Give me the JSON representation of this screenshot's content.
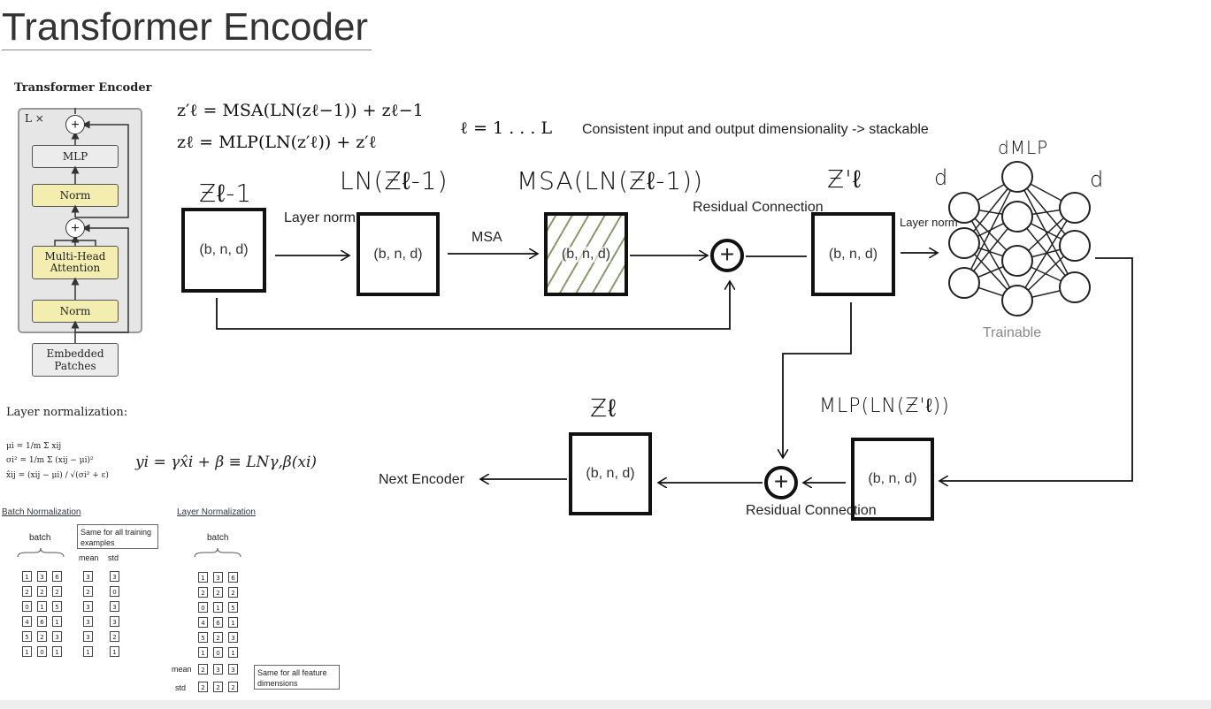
{
  "title": "Transformer Encoder",
  "thumbnail": {
    "title": "Transformer Encoder",
    "repeat": "L ×",
    "blocks": [
      "MLP",
      "Norm",
      "Multi-Head Attention",
      "Norm",
      "Embedded Patches"
    ],
    "plus": "+"
  },
  "equations": {
    "eq1": "z′ℓ = MSA(LN(zℓ−1)) + zℓ−1",
    "eq2": "zℓ = MLP(LN(z′ℓ)) + z′ℓ",
    "range": "ℓ = 1 . . . L"
  },
  "note": "Consistent input and output dimensionality -> stackable",
  "shape": "(b, n, d)",
  "handwritten": {
    "z_prev": "Ƶℓ-1",
    "ln_z": "LN(Ƶℓ-1)",
    "msa_ln": "MSA(LN(Ƶℓ-1))",
    "z_prime": "Ƶ'ℓ",
    "mlp_ln": "MLP(LN(Ƶ'ℓ))",
    "z_out": "Ƶℓ",
    "d_left": "d",
    "d_mlp": "dMLP",
    "d_right": "d"
  },
  "labels": {
    "layer_norm_1": "Layer norm",
    "msa": "MSA",
    "residual_1": "Residual Connection",
    "layer_norm_2": "Layer norm",
    "trainable": "Trainable",
    "residual_2": "Residual Connection",
    "next_encoder": "Next Encoder"
  },
  "layer_normalization": {
    "heading": "Layer normalization:",
    "mu": "μi = 1/m Σ xij",
    "sigma": "σi² = 1/m Σ (xij − μi)²",
    "xhat": "x̂ij = (xij − μi) / √(σi² + ε)",
    "main": "yi = γx̂i + β ≡ LNγ,β(xi)"
  },
  "batch_norm": {
    "title": "Batch Normalization",
    "batch": "batch",
    "note": "Same for all training examples",
    "mean_label": "mean",
    "std_label": "std",
    "rows": [
      [
        "1",
        "3",
        "6"
      ],
      [
        "2",
        "2",
        "2"
      ],
      [
        "0",
        "1",
        "5"
      ],
      [
        "4",
        "6",
        "1"
      ],
      [
        "5",
        "2",
        "3"
      ],
      [
        "1",
        "0",
        "1"
      ]
    ],
    "mean": [
      "3",
      "2",
      "3",
      "3",
      "3",
      "1"
    ],
    "std": [
      "3",
      "0",
      "3",
      "3",
      "2",
      "1"
    ]
  },
  "layer_norm_table": {
    "title": "Layer Normalization",
    "batch": "batch",
    "note": "Same for all feature dimensions",
    "mean_label": "mean",
    "std_label": "std",
    "rows": [
      [
        "1",
        "3",
        "6"
      ],
      [
        "2",
        "2",
        "2"
      ],
      [
        "0",
        "1",
        "5"
      ],
      [
        "4",
        "6",
        "1"
      ],
      [
        "5",
        "2",
        "3"
      ],
      [
        "1",
        "0",
        "1"
      ]
    ],
    "mean": [
      "2",
      "3",
      "3"
    ],
    "std": [
      "2",
      "2",
      "2"
    ]
  }
}
